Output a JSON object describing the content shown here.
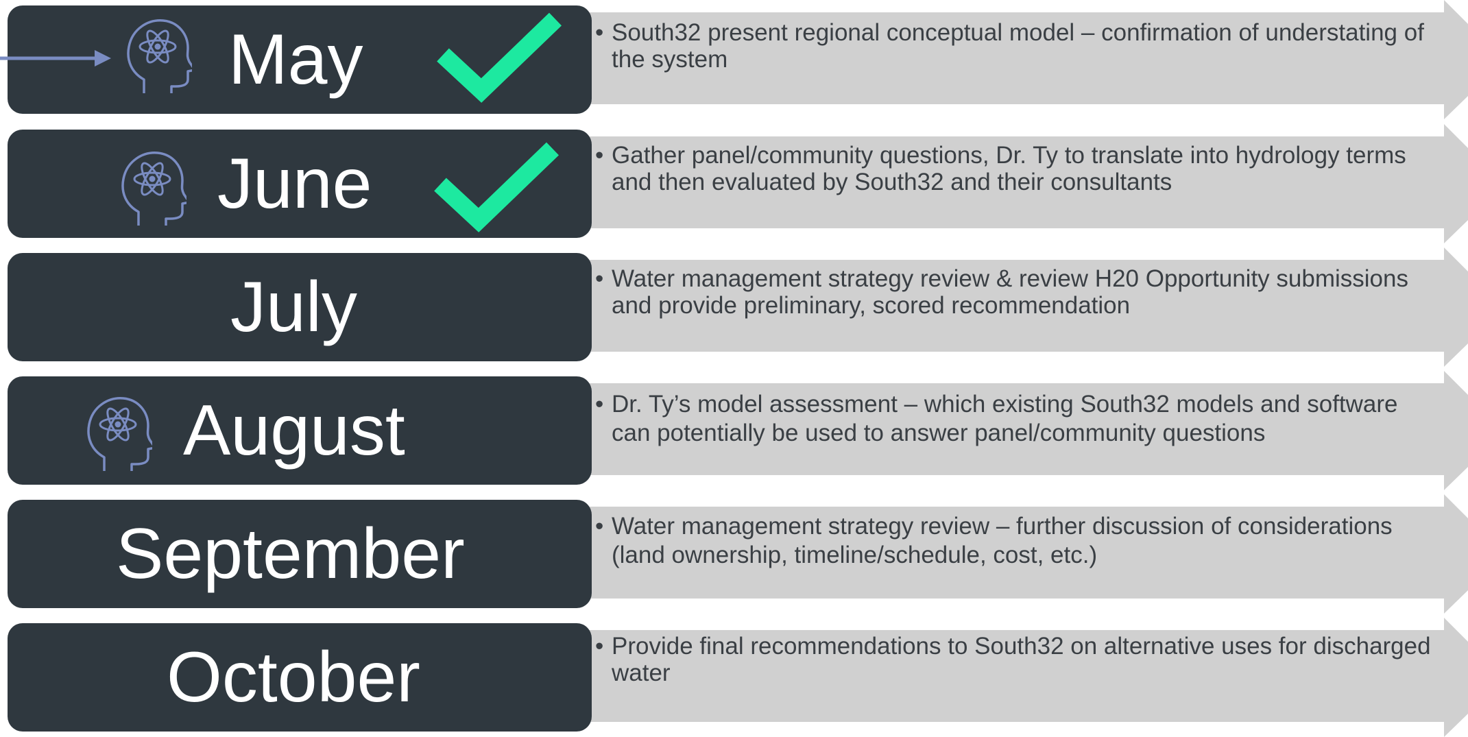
{
  "colors": {
    "month_box": "#2f383f",
    "month_text": "#ffffff",
    "arrow_fill": "#d0d0d0",
    "description_text": "#3a3f44",
    "icon_stroke": "#7a8cc2",
    "check": "#1de9a0"
  },
  "rows": [
    {
      "month": "May",
      "bullet": "•",
      "description": "South32 present regional conceptual model – confirmation of understating of the system",
      "icons": [
        "head-science-icon",
        "checkmark-icon",
        "pointer-arrow-icon"
      ]
    },
    {
      "month": "June",
      "bullet": "•",
      "description": "Gather panel/community questions, Dr. Ty to translate into hydrology terms and then evaluated by South32 and their consultants",
      "icons": [
        "head-science-icon",
        "checkmark-icon"
      ]
    },
    {
      "month": "July",
      "bullet": "•",
      "description": "Water management strategy review & review H20 Opportunity submissions and provide preliminary, scored recommendation",
      "icons": []
    },
    {
      "month": "August",
      "bullet": "•",
      "description": "Dr. Ty’s model assessment – which existing South32 models and software can potentially be used to answer panel/community questions",
      "icons": [
        "head-science-icon"
      ]
    },
    {
      "month": "September",
      "bullet": "•",
      "description": "Water management strategy review – further discussion of considerations (land ownership, timeline/schedule, cost, etc.)",
      "icons": []
    },
    {
      "month": "October",
      "bullet": "•",
      "description": "Provide final recommendations to South32 on alternative uses for discharged water",
      "icons": []
    }
  ]
}
